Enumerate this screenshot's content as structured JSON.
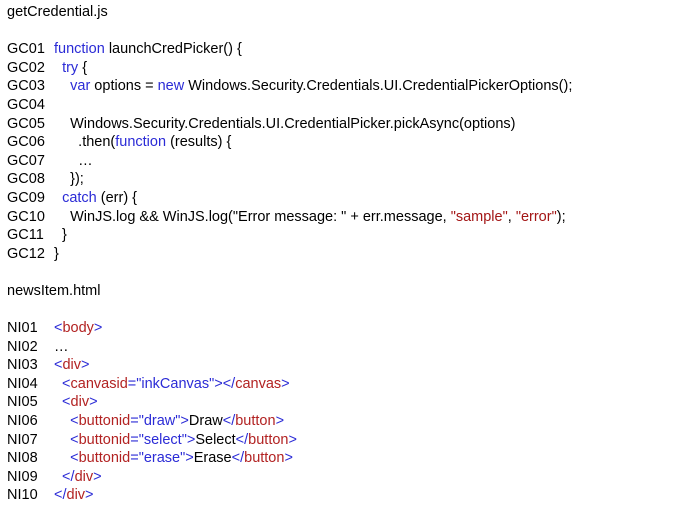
{
  "file1": {
    "title": "getCredential.js",
    "lines": [
      {
        "no": "GC01",
        "parts": [
          {
            "t": "",
            "k": "plain"
          },
          {
            "t": "function",
            "k": "kw"
          },
          {
            "t": " launchCredPicker() {",
            "k": "plain"
          }
        ]
      },
      {
        "no": "GC02",
        "parts": [
          {
            "t": "  ",
            "k": "plain"
          },
          {
            "t": "try",
            "k": "kw"
          },
          {
            "t": " {",
            "k": "plain"
          }
        ]
      },
      {
        "no": "GC03",
        "parts": [
          {
            "t": "    ",
            "k": "plain"
          },
          {
            "t": "var",
            "k": "kw"
          },
          {
            "t": " options = ",
            "k": "plain"
          },
          {
            "t": "new",
            "k": "kw"
          },
          {
            "t": " Windows.Security.Credentials.UI.CredentialPickerOptions();",
            "k": "plain"
          }
        ]
      },
      {
        "no": "GC04",
        "parts": [
          {
            "t": "",
            "k": "plain"
          }
        ]
      },
      {
        "no": "GC05",
        "parts": [
          {
            "t": "    Windows.Security.Credentials.UI.CredentialPicker.pickAsync(options)",
            "k": "plain"
          }
        ]
      },
      {
        "no": "GC06",
        "parts": [
          {
            "t": "      .then(",
            "k": "plain"
          },
          {
            "t": "function",
            "k": "kw"
          },
          {
            "t": " (results) {",
            "k": "plain"
          }
        ]
      },
      {
        "no": "GC07",
        "parts": [
          {
            "t": "      …",
            "k": "plain"
          }
        ]
      },
      {
        "no": "GC08",
        "parts": [
          {
            "t": "    });",
            "k": "plain"
          }
        ]
      },
      {
        "no": "GC09",
        "parts": [
          {
            "t": "  ",
            "k": "plain"
          },
          {
            "t": "catch",
            "k": "kw"
          },
          {
            "t": " (err) {",
            "k": "plain"
          }
        ]
      },
      {
        "no": "GC10",
        "parts": [
          {
            "t": "    WinJS.log && WinJS.log(",
            "k": "plain"
          },
          {
            "t": "\"Error message: \"",
            "k": "str-plain"
          },
          {
            "t": " + err.message, ",
            "k": "plain"
          },
          {
            "t": "\"sample\"",
            "k": "str-mixed"
          },
          {
            "t": ", ",
            "k": "plain"
          },
          {
            "t": "\"error\"",
            "k": "str-mixed"
          },
          {
            "t": ");",
            "k": "plain"
          }
        ]
      },
      {
        "no": "GC11",
        "parts": [
          {
            "t": "  }",
            "k": "plain"
          }
        ]
      },
      {
        "no": "GC12",
        "parts": [
          {
            "t": "}",
            "k": "plain"
          }
        ]
      }
    ]
  },
  "file2": {
    "title": "newsItem.html",
    "lines": [
      {
        "no": "NI01",
        "parts": [
          {
            "t": "<",
            "k": "tag"
          },
          {
            "t": "body",
            "k": "attr"
          },
          {
            "t": ">",
            "k": "tag"
          }
        ]
      },
      {
        "no": "NI02",
        "parts": [
          {
            "t": "…",
            "k": "plain"
          }
        ]
      },
      {
        "no": "NI03",
        "parts": [
          {
            "t": "<",
            "k": "tag"
          },
          {
            "t": "div",
            "k": "attr"
          },
          {
            "t": ">",
            "k": "tag"
          }
        ]
      },
      {
        "no": "NI04",
        "parts": [
          {
            "t": "  <",
            "k": "tag"
          },
          {
            "t": "canvas",
            "k": "attr"
          },
          {
            "t": "id",
            "k": "attr"
          },
          {
            "t": "=",
            "k": "tag"
          },
          {
            "t": "\"inkCanvas\"",
            "k": "val"
          },
          {
            "t": "></",
            "k": "tag"
          },
          {
            "t": "canvas",
            "k": "attr"
          },
          {
            "t": ">",
            "k": "tag"
          }
        ]
      },
      {
        "no": "NI05",
        "parts": [
          {
            "t": "  <",
            "k": "tag"
          },
          {
            "t": "div",
            "k": "attr"
          },
          {
            "t": ">",
            "k": "tag"
          }
        ]
      },
      {
        "no": "NI06",
        "parts": [
          {
            "t": "    <",
            "k": "tag"
          },
          {
            "t": "button",
            "k": "attr"
          },
          {
            "t": "id",
            "k": "attr"
          },
          {
            "t": "=",
            "k": "tag"
          },
          {
            "t": "\"draw\"",
            "k": "val"
          },
          {
            "t": ">",
            "k": "tag"
          },
          {
            "t": "Draw",
            "k": "plain"
          },
          {
            "t": "</",
            "k": "tag"
          },
          {
            "t": "button",
            "k": "attr"
          },
          {
            "t": ">",
            "k": "tag"
          }
        ]
      },
      {
        "no": "NI07",
        "parts": [
          {
            "t": "    <",
            "k": "tag"
          },
          {
            "t": "button",
            "k": "attr"
          },
          {
            "t": "id",
            "k": "attr"
          },
          {
            "t": "=",
            "k": "tag"
          },
          {
            "t": "\"select\"",
            "k": "val"
          },
          {
            "t": ">",
            "k": "tag"
          },
          {
            "t": "Select",
            "k": "plain"
          },
          {
            "t": "</",
            "k": "tag"
          },
          {
            "t": "button",
            "k": "attr"
          },
          {
            "t": ">",
            "k": "tag"
          }
        ]
      },
      {
        "no": "NI08",
        "parts": [
          {
            "t": "    <",
            "k": "tag"
          },
          {
            "t": "button",
            "k": "attr"
          },
          {
            "t": "id",
            "k": "attr"
          },
          {
            "t": "=",
            "k": "tag"
          },
          {
            "t": "\"erase\"",
            "k": "val"
          },
          {
            "t": ">",
            "k": "tag"
          },
          {
            "t": "Erase",
            "k": "plain"
          },
          {
            "t": "</",
            "k": "tag"
          },
          {
            "t": "button",
            "k": "attr"
          },
          {
            "t": ">",
            "k": "tag"
          }
        ]
      },
      {
        "no": "NI09",
        "parts": [
          {
            "t": "  </",
            "k": "tag"
          },
          {
            "t": "div",
            "k": "attr"
          },
          {
            "t": ">",
            "k": "tag"
          }
        ]
      },
      {
        "no": "NI10",
        "parts": [
          {
            "t": "</",
            "k": "tag"
          },
          {
            "t": "div",
            "k": "attr"
          },
          {
            "t": ">",
            "k": "tag"
          }
        ]
      }
    ]
  },
  "colors": {
    "keyword": "#2b2bd6",
    "string": "#a31515",
    "tag": "#2b2bd6",
    "tag_name": "#b22222",
    "attr_value": "#2b2bd6",
    "text": "#000000"
  }
}
